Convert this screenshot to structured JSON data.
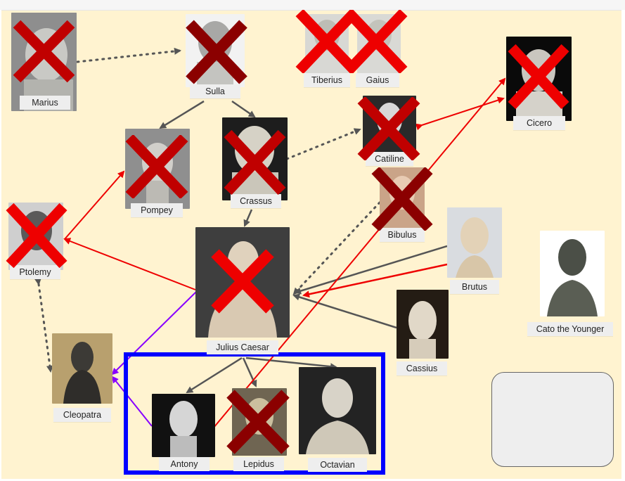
{
  "canvas": {
    "background": "#fff3d0"
  },
  "colors": {
    "cross": "#c00000",
    "cross_dark": "#8b0000",
    "link_gray": "#555555",
    "link_red": "#ee0000",
    "link_purple": "#8800ff",
    "group_border": "#0000ff",
    "label_bg": "#eeeeee"
  },
  "nodes": [
    {
      "id": "marius",
      "label": "Marius",
      "crossed": true
    },
    {
      "id": "sulla",
      "label": "Sulla",
      "crossed": true
    },
    {
      "id": "tiberius",
      "label": "Tiberius",
      "crossed": true
    },
    {
      "id": "gaius",
      "label": "Gaius",
      "crossed": true
    },
    {
      "id": "cicero",
      "label": "Cicero",
      "crossed": true
    },
    {
      "id": "pompey",
      "label": "Pompey",
      "crossed": true
    },
    {
      "id": "crassus",
      "label": "Crassus",
      "crossed": true
    },
    {
      "id": "catiline",
      "label": "Catiline",
      "crossed": true
    },
    {
      "id": "bibulus",
      "label": "Bibulus",
      "crossed": true
    },
    {
      "id": "ptolemy",
      "label": "Ptolemy",
      "crossed": true
    },
    {
      "id": "brutus",
      "label": "Brutus",
      "crossed": false
    },
    {
      "id": "caesar",
      "label": "Julius Caesar",
      "crossed": true
    },
    {
      "id": "cato",
      "label": "Cato the Younger",
      "crossed": false
    },
    {
      "id": "cassius",
      "label": "Cassius",
      "crossed": false
    },
    {
      "id": "cleopatra",
      "label": "Cleopatra",
      "crossed": false
    },
    {
      "id": "antony",
      "label": "Antony",
      "crossed": false
    },
    {
      "id": "lepidus",
      "label": "Lepidus",
      "crossed": true
    },
    {
      "id": "octavian",
      "label": "Octavian",
      "crossed": false
    }
  ],
  "links": [
    {
      "from": "marius",
      "to": "sulla",
      "style": "dotted",
      "color": "gray"
    },
    {
      "from": "sulla",
      "to": "pompey",
      "style": "solid",
      "color": "gray"
    },
    {
      "from": "sulla",
      "to": "crassus",
      "style": "solid",
      "color": "gray"
    },
    {
      "from": "crassus",
      "to": "catiline",
      "style": "dotted",
      "color": "gray"
    },
    {
      "from": "crassus",
      "to": "caesar",
      "style": "solid",
      "color": "gray"
    },
    {
      "from": "catiline",
      "to": "cicero",
      "style": "solid",
      "color": "red"
    },
    {
      "from": "cicero",
      "to": "catiline",
      "style": "solid",
      "color": "red"
    },
    {
      "from": "antony",
      "to": "cicero",
      "style": "solid",
      "color": "red"
    },
    {
      "from": "ptolemy",
      "to": "pompey",
      "style": "solid",
      "color": "red"
    },
    {
      "from": "caesar",
      "to": "ptolemy",
      "style": "solid",
      "color": "red"
    },
    {
      "from": "bibulus",
      "to": "caesar",
      "style": "dotted",
      "color": "gray"
    },
    {
      "from": "brutus",
      "to": "caesar",
      "style": "solid",
      "color": "red"
    },
    {
      "from": "brutus",
      "to": "caesar",
      "style": "solid",
      "color": "gray"
    },
    {
      "from": "cassius",
      "to": "caesar",
      "style": "solid",
      "color": "gray"
    },
    {
      "from": "caesar",
      "to": "cleopatra",
      "style": "solid",
      "color": "purple"
    },
    {
      "from": "antony",
      "to": "cleopatra",
      "style": "solid",
      "color": "purple"
    },
    {
      "from": "ptolemy",
      "to": "cleopatra",
      "style": "dotted",
      "color": "gray"
    },
    {
      "from": "caesar",
      "to": "antony",
      "style": "solid",
      "color": "gray"
    },
    {
      "from": "caesar",
      "to": "lepidus",
      "style": "solid",
      "color": "gray"
    },
    {
      "from": "caesar",
      "to": "octavian",
      "style": "solid",
      "color": "gray"
    }
  ]
}
